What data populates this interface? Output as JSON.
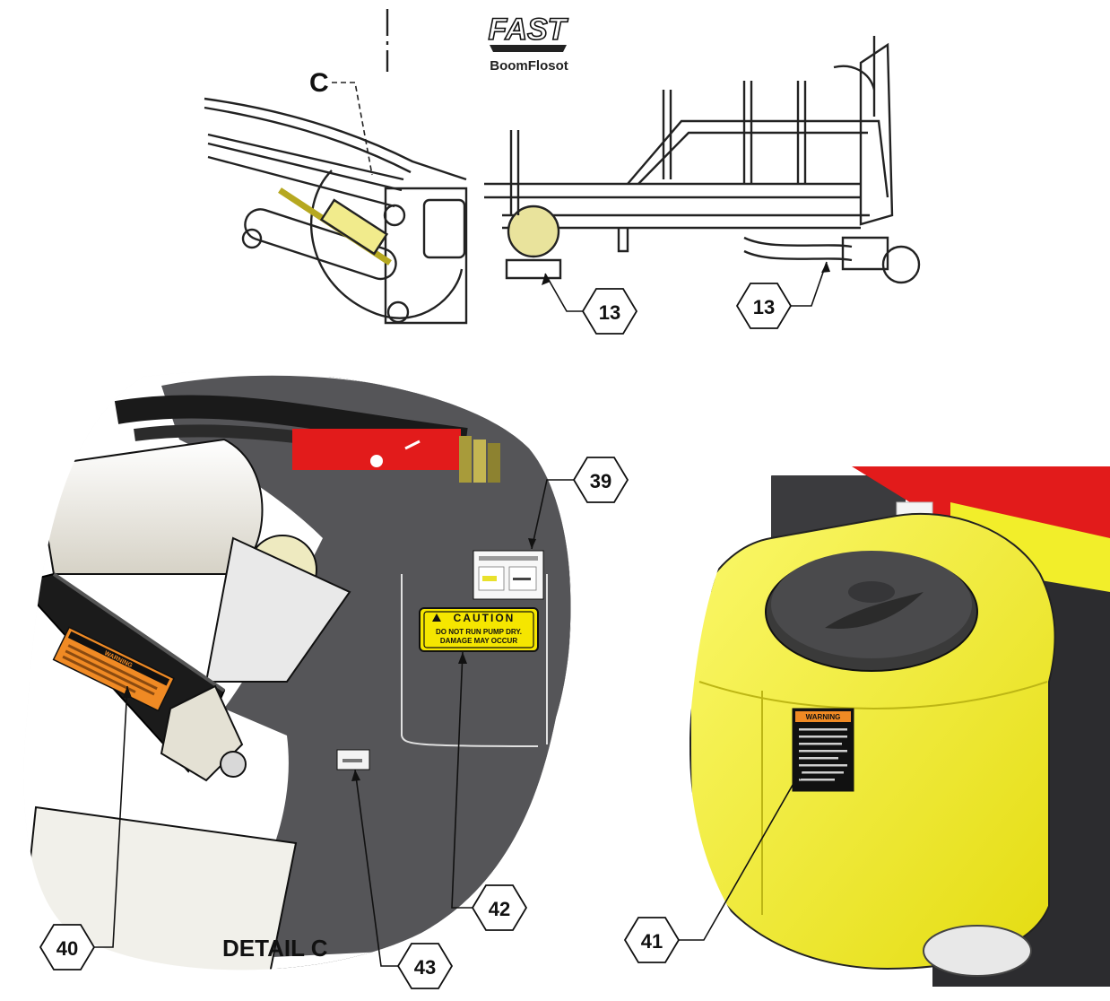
{
  "logo": {
    "brand": "FAST",
    "tagline": "BoomFlosot"
  },
  "view_label": "C",
  "detail_title": "DETAIL C",
  "callouts": [
    {
      "id": "c13a",
      "number": "13"
    },
    {
      "id": "c13b",
      "number": "13"
    },
    {
      "id": "c39",
      "number": "39"
    },
    {
      "id": "c40",
      "number": "40"
    },
    {
      "id": "c41",
      "number": "41"
    },
    {
      "id": "c42",
      "number": "42"
    },
    {
      "id": "c43",
      "number": "43"
    }
  ],
  "decals": {
    "caution": {
      "heading": "CAUTION",
      "line1": "DO NOT RUN PUMP DRY.",
      "line2": "DAMAGE MAY OCCUR"
    },
    "warning_cylinder": {
      "heading": "WARNING"
    },
    "warning_tank": {
      "heading": "WARNING"
    }
  },
  "colors": {
    "decal_yellow": "#f5e600",
    "decal_orange": "#f08a24",
    "tank_yellow": "#f2ee2a",
    "hose_red": "#e21b1b",
    "detail_gray": "#555558"
  }
}
